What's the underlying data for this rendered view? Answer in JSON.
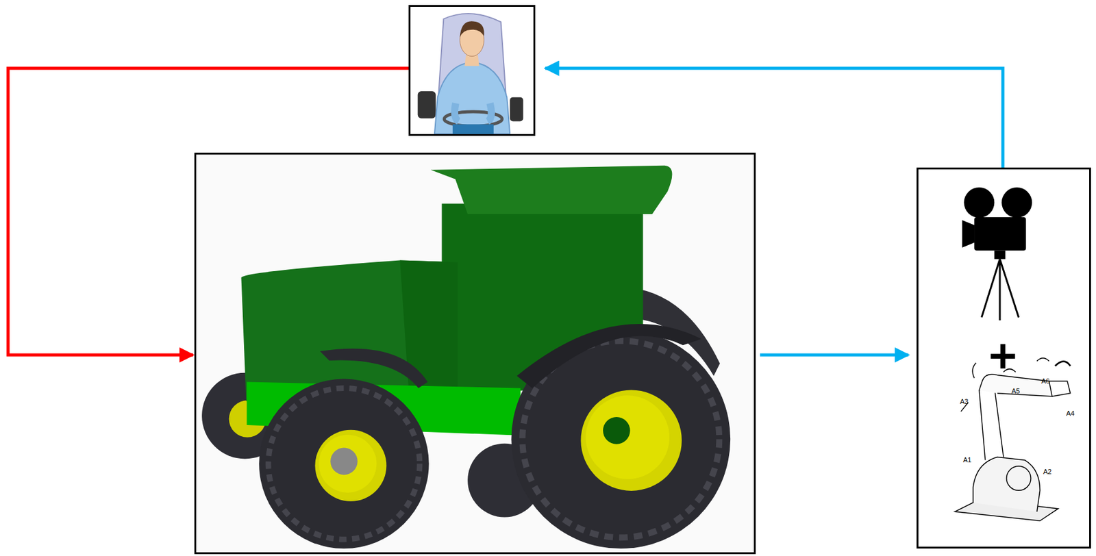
{
  "diagram": {
    "nodes": [
      {},
      {},
      {
        "text": [
          "A6",
          "A5",
          "A3",
          "A4",
          "A1",
          "A2"
        ]
      }
    ],
    "edges": [
      {
        "from": 0,
        "to": 1,
        "arrow": "to"
      },
      {
        "from": 1,
        "to": 2,
        "arrow": "to"
      },
      {
        "from": 2,
        "to": 0,
        "arrow": "to"
      }
    ]
  }
}
